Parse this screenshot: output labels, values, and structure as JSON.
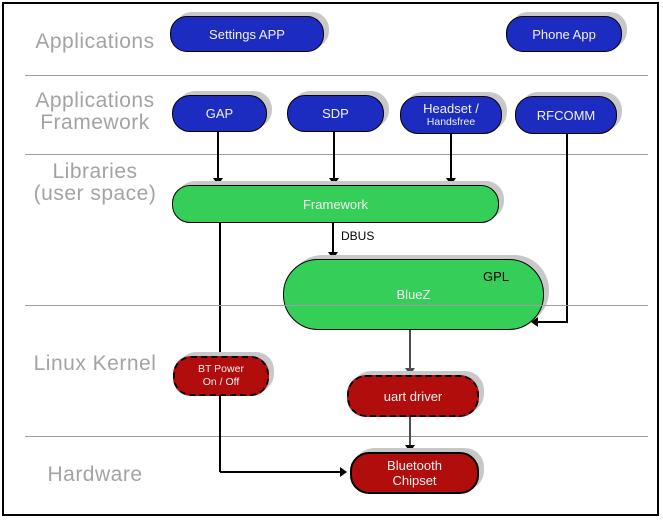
{
  "colors": {
    "blue": "#1c2bc0",
    "green": "#35ce58",
    "red": "#b20d0d",
    "shadow": "#c8c8c8",
    "divider": "#9e9e9e",
    "layer_label": "#a3a3a3",
    "pill_text": "#f2f2f2",
    "line": "#000000",
    "gray_line": "#4d4d4d"
  },
  "layers": {
    "applications": "Applications",
    "applications_framework_line1": "Applications",
    "applications_framework_line2": "Framework",
    "libraries_line1": "Libraries",
    "libraries_line2": "(user space)",
    "linux_kernel": "Linux Kernel",
    "hardware": "Hardware"
  },
  "nodes": {
    "settings_app": "Settings APP",
    "phone_app": "Phone App",
    "gap": "GAP",
    "sdp": "SDP",
    "headset_line1": "Headset /",
    "headset_line2": "Handsfree",
    "rfcomm": "RFCOMM",
    "framework": "Framework",
    "bluez": "BlueZ",
    "gpl_tag": "GPL",
    "bt_power_line1": "BT Power",
    "bt_power_line2": "On / Off",
    "uart_driver": "uart driver",
    "chipset_line1": "Bluetooth",
    "chipset_line2": "Chipset"
  },
  "annotations": {
    "dbus": "DBUS"
  }
}
